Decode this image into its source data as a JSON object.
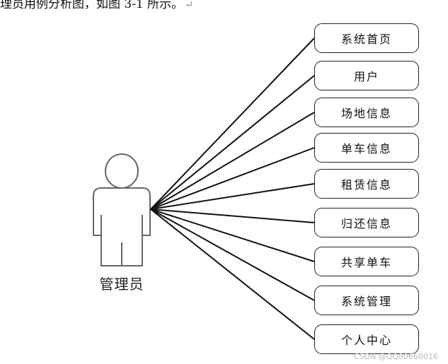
{
  "intro_text": "理员用例分析图，如图 3-1 所示。",
  "intro_mark": "↵",
  "actor": {
    "label": "管理员"
  },
  "use_cases": [
    {
      "label": "系统首页"
    },
    {
      "label": "用户"
    },
    {
      "label": "场地信息"
    },
    {
      "label": "单车信息"
    },
    {
      "label": "租赁信息"
    },
    {
      "label": "归还信息"
    },
    {
      "label": "共享单车"
    },
    {
      "label": "系统管理"
    },
    {
      "label": "个人中心"
    }
  ],
  "watermark": "CSDN @QQ80660016",
  "colors": {
    "line": "#111111",
    "actor_stroke": "#666666",
    "border": "#222222"
  }
}
